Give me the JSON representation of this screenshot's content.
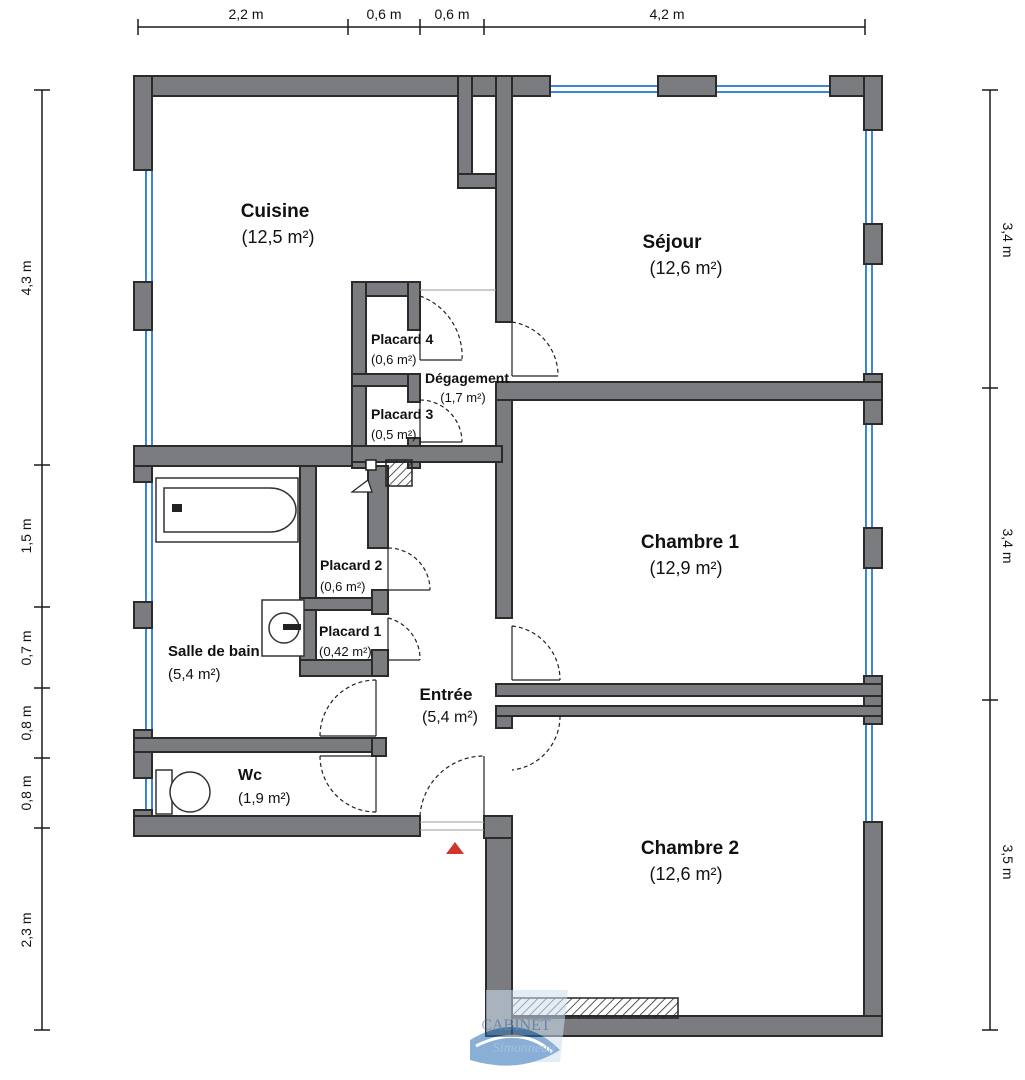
{
  "dimensions": {
    "top": [
      "2,2 m",
      "0,6 m",
      "0,6 m",
      "4,2 m"
    ],
    "left": [
      "4,3 m",
      "1,5 m",
      "0,7 m",
      "0,8 m",
      "0,8 m",
      "2,3 m"
    ],
    "right": [
      "3,4 m",
      "3,4 m",
      "3,5 m"
    ]
  },
  "rooms": {
    "cuisine": {
      "name": "Cuisine",
      "area": "(12,5 m²)"
    },
    "sejour": {
      "name": "Séjour",
      "area": "(12,6 m²)"
    },
    "placard4": {
      "name": "Placard 4",
      "area": "(0,6 m²)"
    },
    "degagement": {
      "name": "Dégagement",
      "area": "(1,7 m²)"
    },
    "placard3": {
      "name": "Placard 3",
      "area": "(0,5 m²)"
    },
    "chambre1": {
      "name": "Chambre 1",
      "area": "(12,9 m²)"
    },
    "placard2": {
      "name": "Placard 2",
      "area": "(0,6 m²)"
    },
    "placard1": {
      "name": "Placard 1",
      "area": "(0,42 m²)"
    },
    "salle_de_bain": {
      "name": "Salle de bain",
      "area": "(5,4 m²)"
    },
    "entree": {
      "name": "Entrée",
      "area": "(5,4 m²)"
    },
    "wc": {
      "name": "Wc",
      "area": "(1,9 m²)"
    },
    "chambre2": {
      "name": "Chambre 2",
      "area": "(12,6 m²)"
    }
  },
  "colors": {
    "wall": "#7a7c80",
    "window": "#3a86d8",
    "entrance_marker": "#d0342c"
  },
  "watermark": {
    "line1": "CABINET",
    "line2": "Simonneau"
  }
}
